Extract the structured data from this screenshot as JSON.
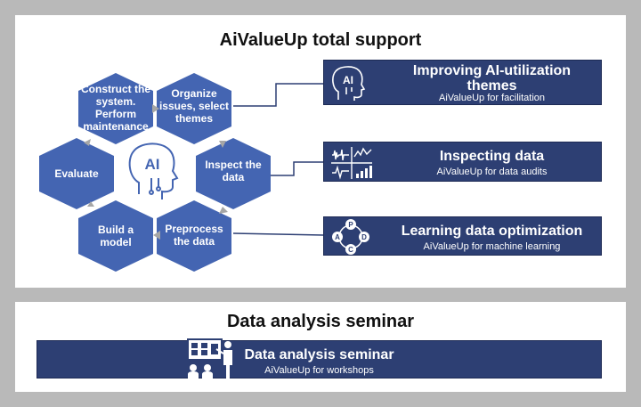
{
  "top_section": {
    "title": "AiValueUp total support",
    "center_icon_text": "AI",
    "cycle": [
      {
        "id": "construct",
        "label": "Construct the system. Perform maintenance"
      },
      {
        "id": "organize",
        "label": "Organize issues, select themes"
      },
      {
        "id": "inspect",
        "label": "Inspect the data"
      },
      {
        "id": "preprocess",
        "label": "Preprocess the data"
      },
      {
        "id": "build",
        "label": "Build a model"
      },
      {
        "id": "evaluate",
        "label": "Evaluate"
      }
    ],
    "services": [
      {
        "title": "Improving AI-utilization themes",
        "subtitle": "AiValueUp for facilitation",
        "icon": "ai-head-icon",
        "icon_text": "AI"
      },
      {
        "title": "Inspecting data",
        "subtitle": "AiValueUp for data audits",
        "icon": "data-charts-icon"
      },
      {
        "title": "Learning data optimization",
        "subtitle": "AiValueUp for machine learning",
        "icon": "pdca-cycle-icon",
        "icon_letters": [
          "P",
          "D",
          "C",
          "A"
        ]
      }
    ]
  },
  "bottom_section": {
    "title": "Data analysis seminar",
    "service": {
      "title": "Data analysis seminar",
      "subtitle": "AiValueUp for workshops",
      "icon": "presentation-icon"
    }
  },
  "colors": {
    "hex_fill": "#4465b2",
    "box_fill": "#2d3f73",
    "connector": "#2d3f73",
    "arrow": "#a6a6a6",
    "outer_bg": "#b9b9b9"
  }
}
